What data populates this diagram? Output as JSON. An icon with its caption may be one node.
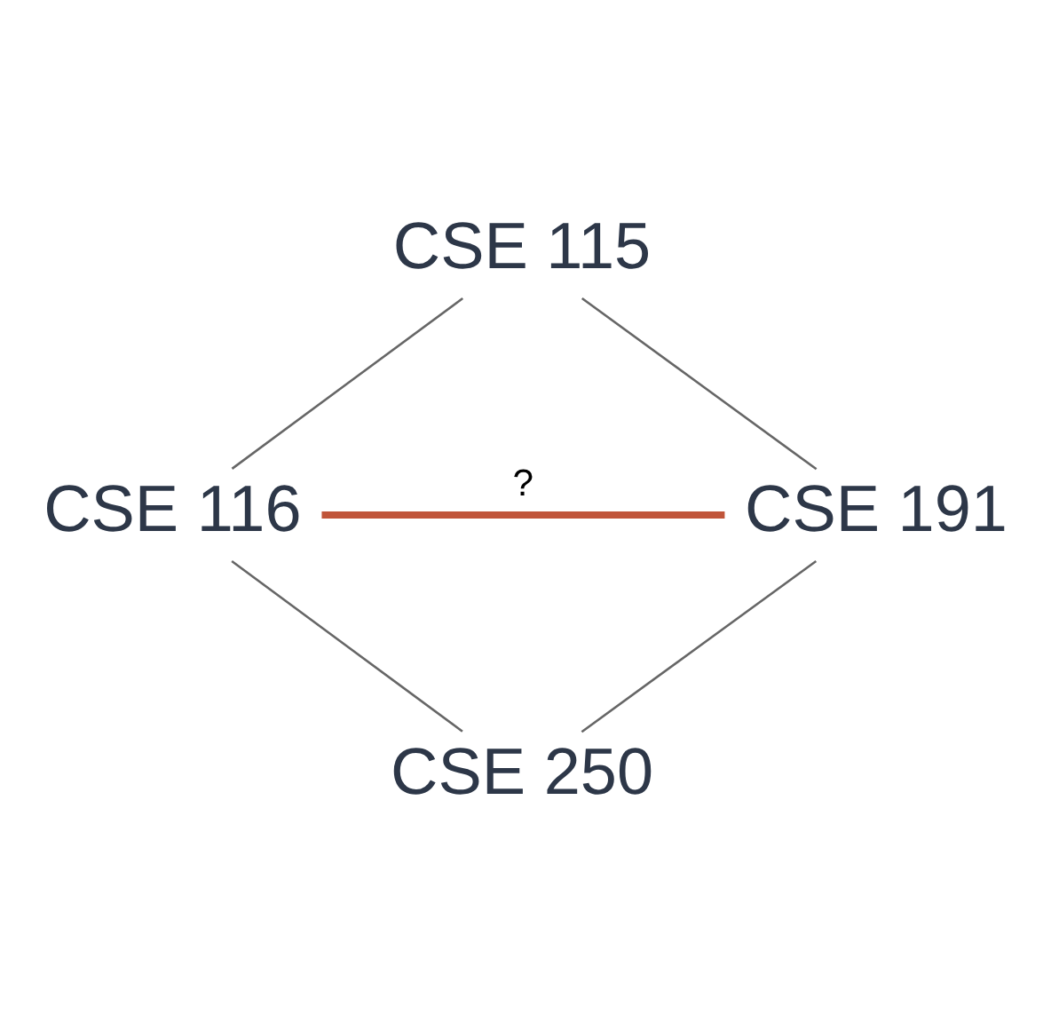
{
  "diagram": {
    "nodes": [
      {
        "text": [
          "CSE 115"
        ]
      },
      {
        "text": [
          "CSE 116"
        ]
      },
      {
        "text": [
          "CSE 191"
        ]
      },
      {
        "text": [
          "CSE 250"
        ]
      }
    ],
    "edges": [
      {
        "from": 0,
        "to": 1,
        "arrow": "none"
      },
      {
        "from": 0,
        "to": 2,
        "arrow": "none"
      },
      {
        "from": 1,
        "to": 2,
        "arrow": "none",
        "label": "?",
        "color": "#c0553a",
        "style": "thick"
      },
      {
        "from": 1,
        "to": 3,
        "arrow": "none"
      },
      {
        "from": 2,
        "to": 3,
        "arrow": "none"
      }
    ]
  }
}
